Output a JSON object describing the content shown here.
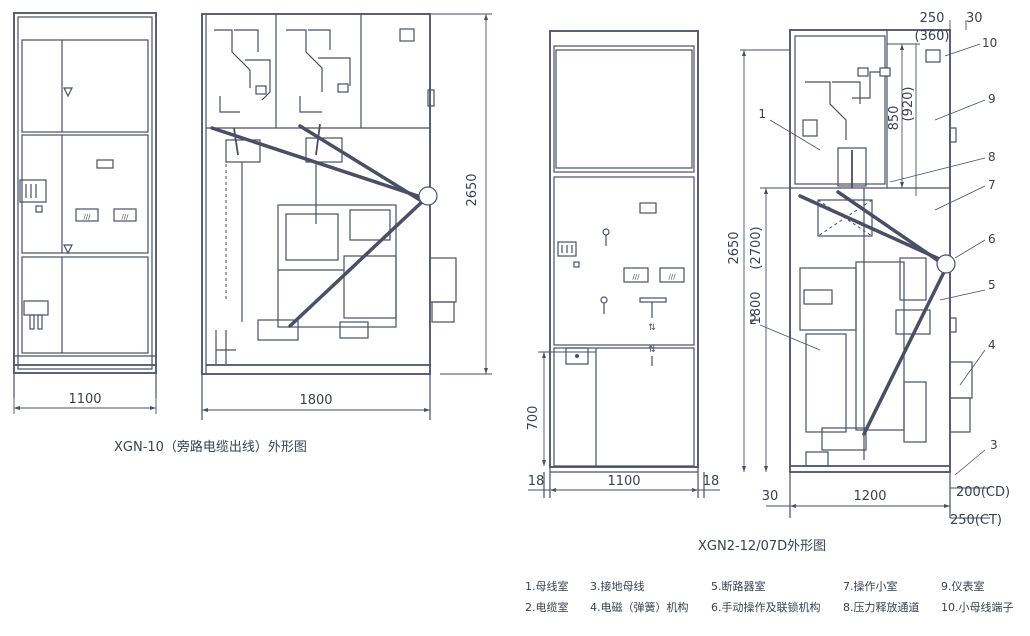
{
  "figure1": {
    "caption": "XGN-10（旁路电缆出线）外形图",
    "dims": {
      "front_width": "1100",
      "side_depth": "1800",
      "height": "2650"
    }
  },
  "figure2": {
    "caption": "XGN2-12/07D外形图",
    "dims": {
      "front_width": "1100",
      "left_margin": "18",
      "right_margin": "18",
      "lower_height": "700",
      "side_height": "2650",
      "side_height_alt": "(2700)",
      "side_lower": "1800",
      "top_850": "850",
      "top_920": "(920)",
      "top_250": "250",
      "top_30": "30",
      "top_360": "(360)",
      "depth": "1200",
      "left_30": "30",
      "right_200": "200(CD)",
      "right_250": "250(CT)"
    },
    "callouts": [
      "1",
      "2",
      "3",
      "4",
      "5",
      "6",
      "7",
      "8",
      "9",
      "10"
    ]
  },
  "legend": [
    "1.母线室",
    "3.接地母线",
    "5.断路器室",
    "7.操作小室",
    "9.仪表室",
    "2.电缆室",
    "4.电磁（弹簧）机构",
    "6.手动操作及联锁机构",
    "8.压力释放通道",
    "10.小母线端子"
  ]
}
